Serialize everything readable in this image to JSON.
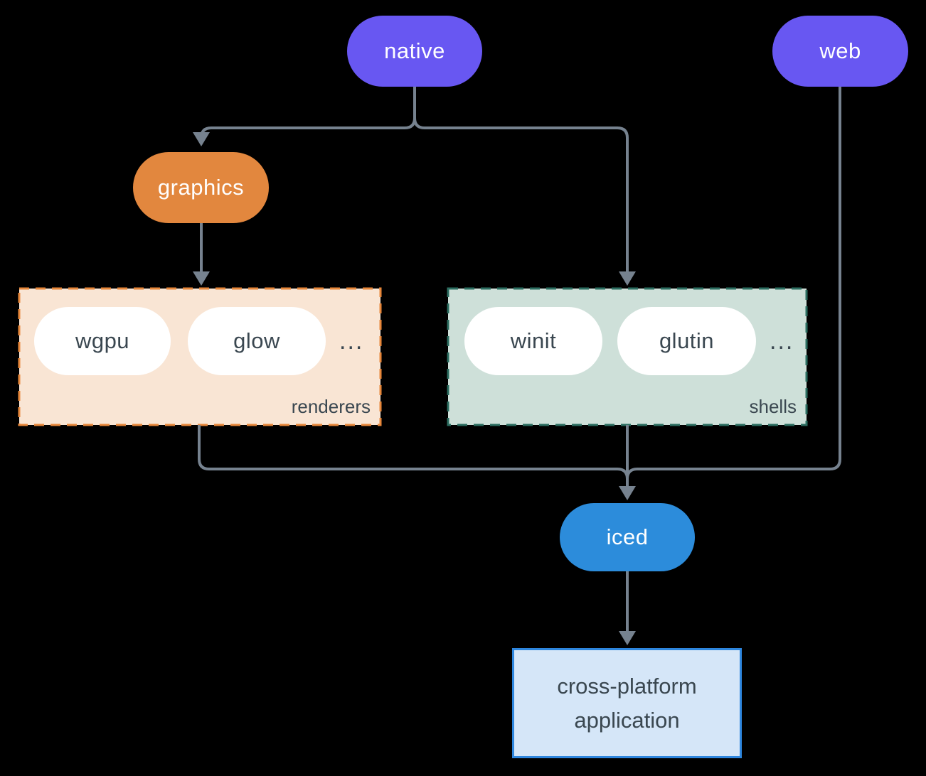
{
  "colors": {
    "background": "#000000",
    "edge": "#76828F",
    "purple": "#6857F2",
    "orange": "#E2873E",
    "blue": "#2C8CDB",
    "dark_text": "#3A4750",
    "white_pill": "#FFFFFF"
  },
  "nodes": {
    "native": {
      "label": "native",
      "color": "#6857F2"
    },
    "web": {
      "label": "web",
      "color": "#6857F2"
    },
    "graphics": {
      "label": "graphics",
      "color": "#E2873E"
    },
    "iced": {
      "label": "iced",
      "color": "#2C8CDB"
    }
  },
  "groups": {
    "renderers": {
      "label": "renderers",
      "ellipsis": "...",
      "bg": "#F9E5D4",
      "border": "#E8883B",
      "pills": [
        "wgpu",
        "glow"
      ]
    },
    "shells": {
      "label": "shells",
      "ellipsis": "...",
      "bg": "#CEE0D9",
      "border": "#2C6E61",
      "pills": [
        "winit",
        "glutin"
      ]
    }
  },
  "app_box": {
    "line1": "cross-platform",
    "line2": "application",
    "bg": "#D5E6F8",
    "border": "#2E86DE"
  }
}
